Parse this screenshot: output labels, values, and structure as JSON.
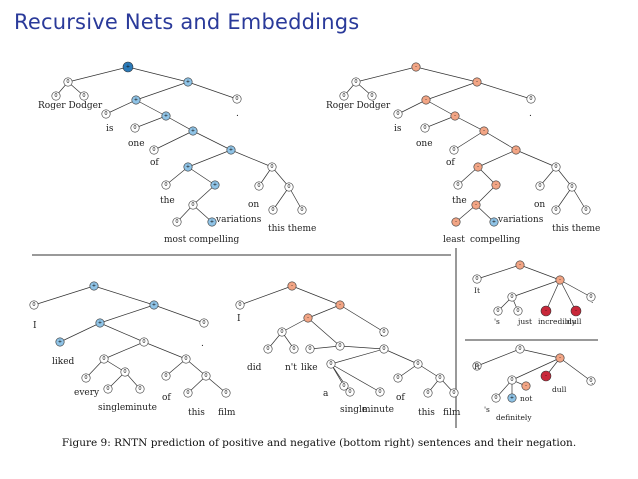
{
  "slide": {
    "title": "Recursive Nets and Embeddings",
    "caption": "Figure 9: RNTN prediction of positive and negative (bottom right) sentences and their negation."
  },
  "colors": {
    "neutral": "#ffffff",
    "positive": "#8fc3e6",
    "very_positive": "#2b7ab8",
    "negative": "#f2a585",
    "very_negative": "#c8283a",
    "title": "#2a3a9a"
  },
  "symbols": {
    "neutral": "0",
    "positive": "+",
    "negative": "-"
  },
  "trees": [
    {
      "id": "tree-positive-compelling",
      "words": [
        "Roger Dodger",
        "is",
        "one",
        "of",
        "the",
        "most compelling",
        "variations",
        "on",
        "this theme",
        "."
      ],
      "sentiments": [
        "very_positive",
        "positive",
        "positive",
        "positive",
        "positive",
        "positive",
        "positive",
        "positive",
        "positive"
      ]
    },
    {
      "id": "tree-negative-least-compelling",
      "words": [
        "Roger Dodger",
        "is",
        "one",
        "of",
        "the",
        "least",
        "compelling",
        "variations",
        "on",
        "this theme",
        "."
      ],
      "sentiments": [
        "negative",
        "negative",
        "negative",
        "negative",
        "negative",
        "negative",
        "negative",
        "negative",
        "negative"
      ]
    },
    {
      "id": "tree-liked-every-film",
      "words": [
        "I",
        "liked",
        "every",
        "single",
        "minute",
        "of",
        "this",
        "film",
        "."
      ],
      "sentiments": [
        "positive",
        "positive",
        "positive",
        "positive"
      ]
    },
    {
      "id": "tree-didnt-like-film",
      "words": [
        "I",
        "did",
        "n't",
        "like",
        "a",
        "single",
        "minute",
        "of",
        "this",
        "film",
        "."
      ],
      "sentiments": [
        "negative",
        "negative",
        "negative"
      ]
    },
    {
      "id": "tree-incredibly-dull",
      "words": [
        "It",
        "'s",
        "just",
        "incredibly",
        "dull",
        "."
      ],
      "sentiments": [
        "negative",
        "negative",
        "very_negative"
      ]
    },
    {
      "id": "tree-definitely-not-dull",
      "words": [
        "It",
        "'s",
        "definitely",
        "not",
        "dull",
        "."
      ],
      "sentiments": [
        "negative",
        "positive",
        "negative",
        "very_negative"
      ]
    }
  ]
}
